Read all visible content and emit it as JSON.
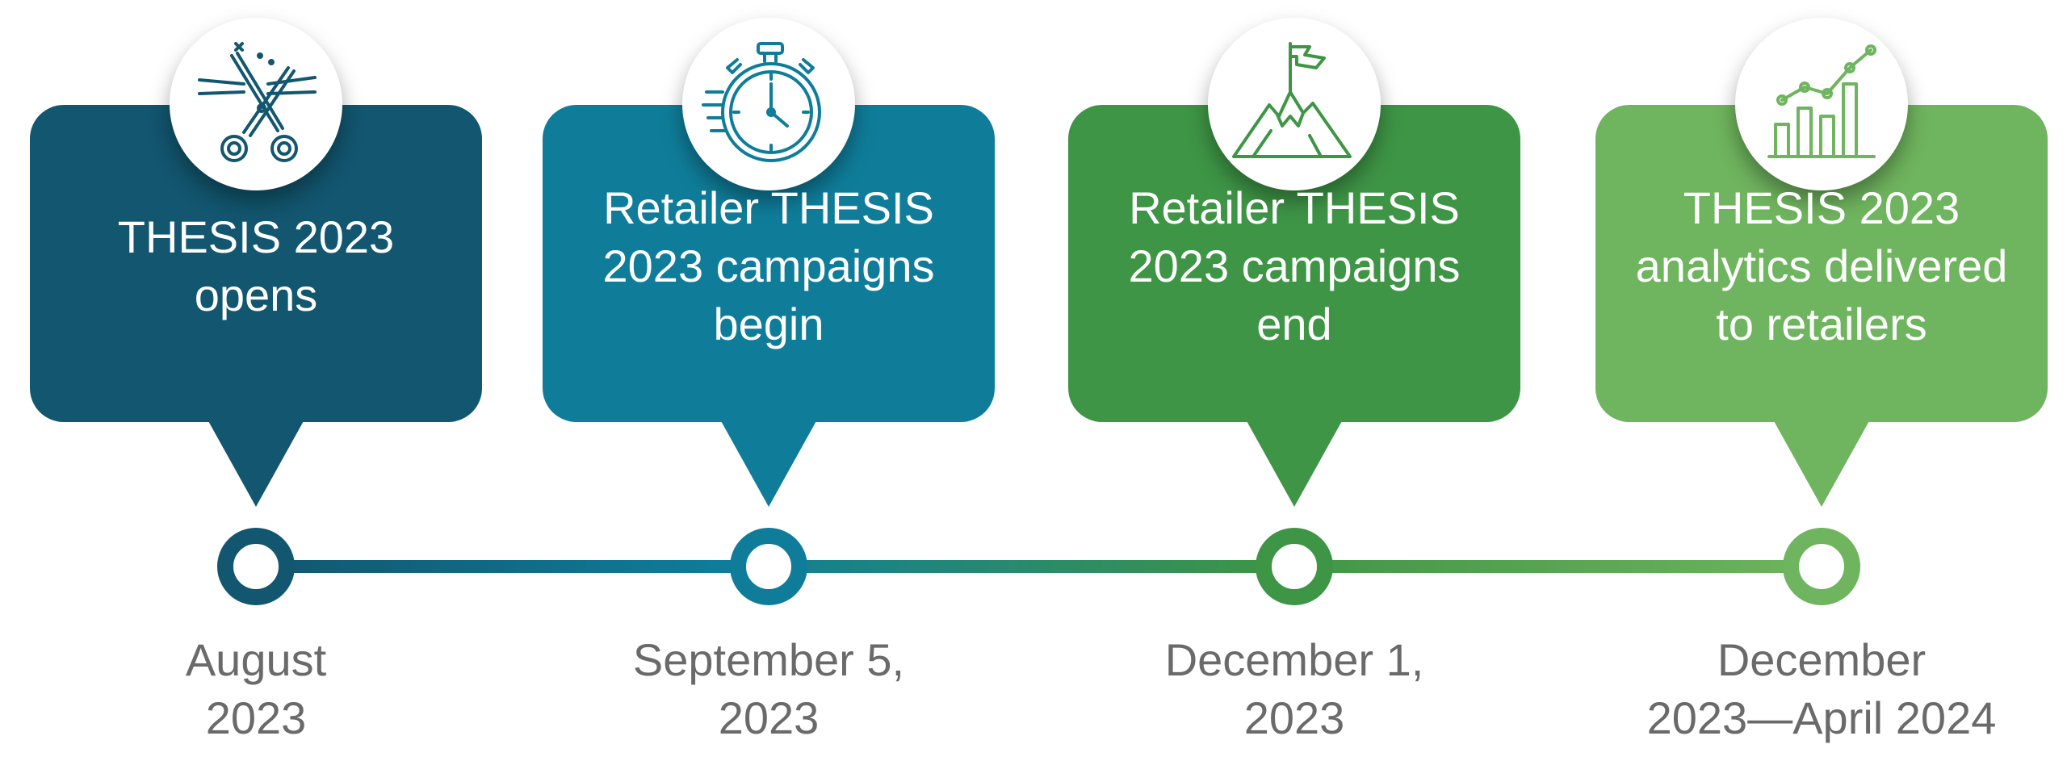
{
  "milestones": [
    {
      "title": "THESIS 2023\nopens",
      "date": "August\n2023",
      "color": "#12566f",
      "icon": "scissors-cutting-ribbon-icon"
    },
    {
      "title": "Retailer THESIS\n2023 campaigns\nbegin",
      "date": "September 5,\n2023",
      "color": "#0f7d9a",
      "icon": "stopwatch-icon"
    },
    {
      "title": "Retailer THESIS\n2023 campaigns\nend",
      "date": "December 1,\n2023",
      "color": "#3e9546",
      "icon": "mountain-flag-icon"
    },
    {
      "title": "THESIS 2023\nanalytics delivered\nto retailers",
      "date": "December\n2023—April 2024",
      "color": "#6fb45e",
      "icon": "bar-chart-growth-icon"
    }
  ]
}
